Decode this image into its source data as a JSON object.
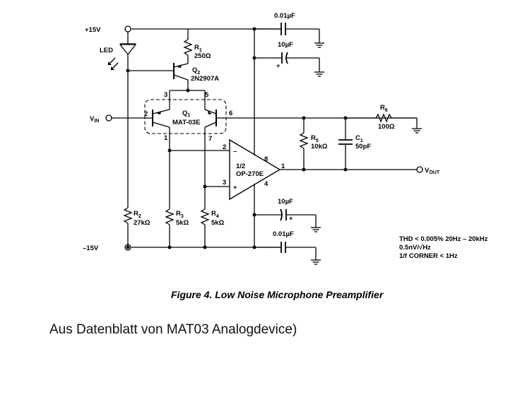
{
  "rails": {
    "pos": "+15V",
    "neg": "–15V"
  },
  "input": {
    "vin": "V",
    "vin_sub": "IN"
  },
  "output": {
    "vout": "V",
    "vout_sub": "OUT"
  },
  "components": {
    "led": "LED",
    "r1": {
      "name": "R",
      "sub": "1",
      "value": "250Ω"
    },
    "q2": {
      "name": "Q",
      "sub": "2",
      "part": "2N2907A"
    },
    "q1": {
      "name": "Q",
      "sub": "1",
      "part": "MAT-03E"
    },
    "r2": {
      "name": "R",
      "sub": "2",
      "value": "27kΩ"
    },
    "r3": {
      "name": "R",
      "sub": "3",
      "value": "5kΩ"
    },
    "r4": {
      "name": "R",
      "sub": "4",
      "value": "5kΩ"
    },
    "r5": {
      "name": "R",
      "sub": "5",
      "value": "10kΩ"
    },
    "r6": {
      "name": "R",
      "sub": "6",
      "value": "100Ω"
    },
    "c1": {
      "name": "C",
      "sub": "1",
      "value": "50pF"
    },
    "opamp": {
      "line1": "1/2",
      "line2": "OP-270E"
    },
    "cap_top_ceramic": "0.01µF",
    "cap_top_elec": "10µF",
    "cap_bot_elec": "10µF",
    "cap_bot_ceramic": "0.01µF"
  },
  "pins": {
    "q1_3": "3",
    "q1_5": "5",
    "q1_2": "2",
    "q1_6": "6",
    "q1_1": "1",
    "q1_7": "7",
    "op_2": "2",
    "op_3": "3",
    "op_8": "8",
    "op_4": "4",
    "op_1": "1",
    "minus": "–",
    "plus": "+"
  },
  "specs": {
    "thd": "THD < 0.005% 20Hz – 20kHz",
    "noise": "0.5nV/√Hz",
    "corner": "1/f CORNER < 1Hz"
  },
  "caption": "Figure 4.  Low Noise Microphone Preamplifier",
  "note": "Aus Datenblatt von MAT03 Analogdevice)"
}
